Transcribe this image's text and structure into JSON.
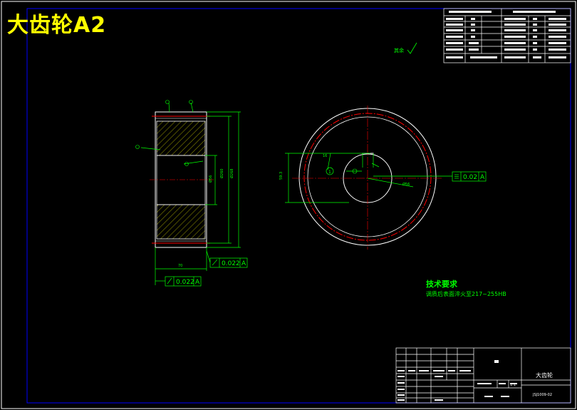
{
  "title": "大齿轮A2",
  "technical_requirements": {
    "heading": "技术要求",
    "line1": "调质后表面淬火至217~255HB"
  },
  "tolerances": {
    "runout_front": "0.022",
    "runout_front_datum": "A",
    "runout_bottom": "0.022",
    "runout_bottom_datum": "A",
    "symmetry": "0.02",
    "symmetry_datum": "A"
  },
  "title_block": {
    "part_name": "大齿轮",
    "scale": "1:1",
    "drawing_no": "JSJ1009-02"
  },
  "colors": {
    "outline": "#ffffff",
    "dimension": "#00ff00",
    "centerline": "#ff0000",
    "hatch": "#ffff00",
    "frame": "#0000ff",
    "title": "#ffff00"
  }
}
